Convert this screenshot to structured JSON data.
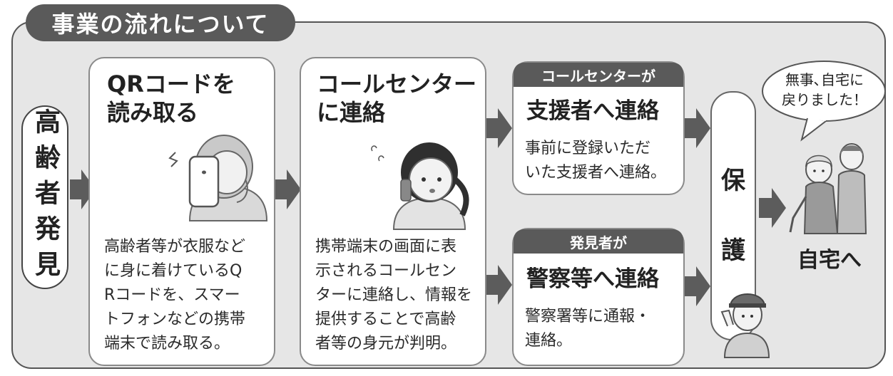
{
  "title": "事業の流れについて",
  "elder_label": "高齢者発見",
  "steps": [
    {
      "heading": "QRコードを\n読み取る",
      "body": "高齢者等が衣服など\nに身に着けているQ\nRコードを、スマー\nトフォンなどの携帯\n端末で読み取る。"
    },
    {
      "heading": "コールセンター\nに連絡",
      "body": "携帯端末の画面に表\n示されるコールセン\nターに連絡し、情報を\n提供することで高齢\n者等の身元が判明。"
    }
  ],
  "branches": [
    {
      "label": "コールセンターが",
      "heading": "支援者へ連絡",
      "body": "事前に登録いただ\nいた支援者へ連絡。"
    },
    {
      "label": "発見者が",
      "heading": "警察等へ連絡",
      "body": "警察署等に通報・\n連絡。"
    }
  ],
  "protect": [
    "保",
    "護"
  ],
  "speech": "無事､自宅に\n戻りました！",
  "home_label": "自宅へ",
  "colors": {
    "frame_bg": "#e6e6e6",
    "dark_gray": "#5a5a5a",
    "arrow": "#5c5c5c"
  }
}
